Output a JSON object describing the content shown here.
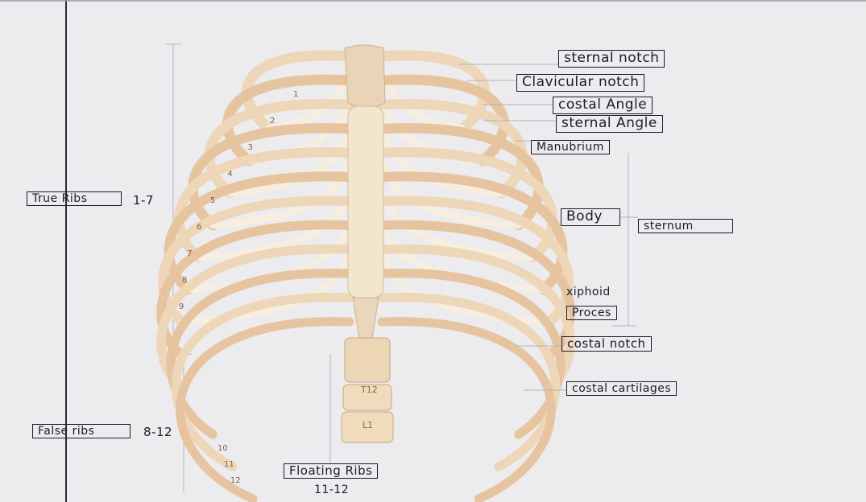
{
  "labels": {
    "sternal_notch": "sternal notch",
    "clavicular_notch": "Clavicular notch",
    "costal_angle": "costal Angle",
    "sternal_angle": "sternal Angle",
    "manubrium": "Manubrium",
    "body": "Body",
    "sternum": "sternum",
    "xiphoid_process_line1": "xiphoid",
    "xiphoid_process_line2": "Proces",
    "costal_notch": "costal notch",
    "costal_cartilages": "costal cartilages",
    "true_ribs": "True Ribs",
    "true_ribs_range": "1-7",
    "false_ribs": "False ribs",
    "false_ribs_range": "8-12",
    "floating_ribs": "Floating Ribs",
    "floating_ribs_range": "11-12"
  },
  "rib_numbers": [
    "1",
    "2",
    "3",
    "4",
    "5",
    "6",
    "7",
    "8",
    "9",
    "10",
    "11",
    "12"
  ],
  "vertebra_labels": [
    "T12",
    "L1"
  ],
  "colors": {
    "bone": "#f3e7d2",
    "bone_shadow": "#d9b48f",
    "ink": "#1c1c24",
    "paper": "#ecebee"
  }
}
